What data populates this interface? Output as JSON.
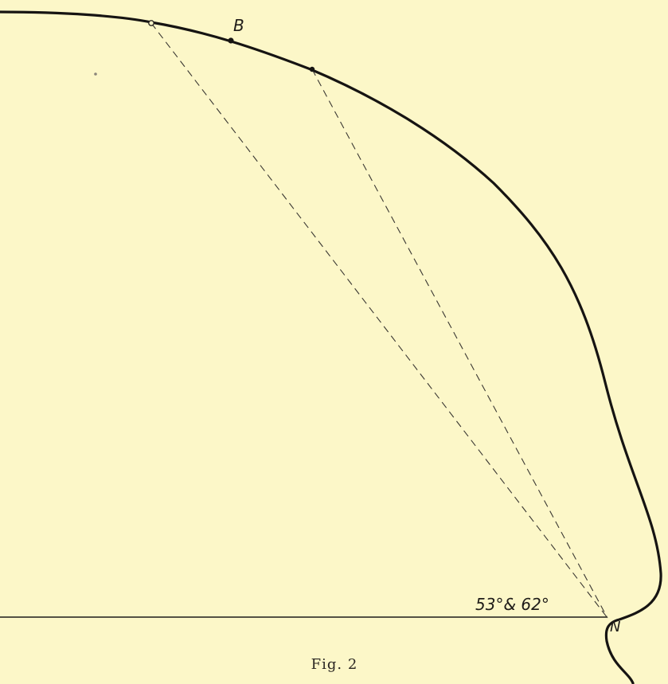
{
  "labels": {
    "point_b": "B",
    "point_n": "N",
    "angles": "53°& 62°"
  },
  "caption": "Fig. 2"
}
